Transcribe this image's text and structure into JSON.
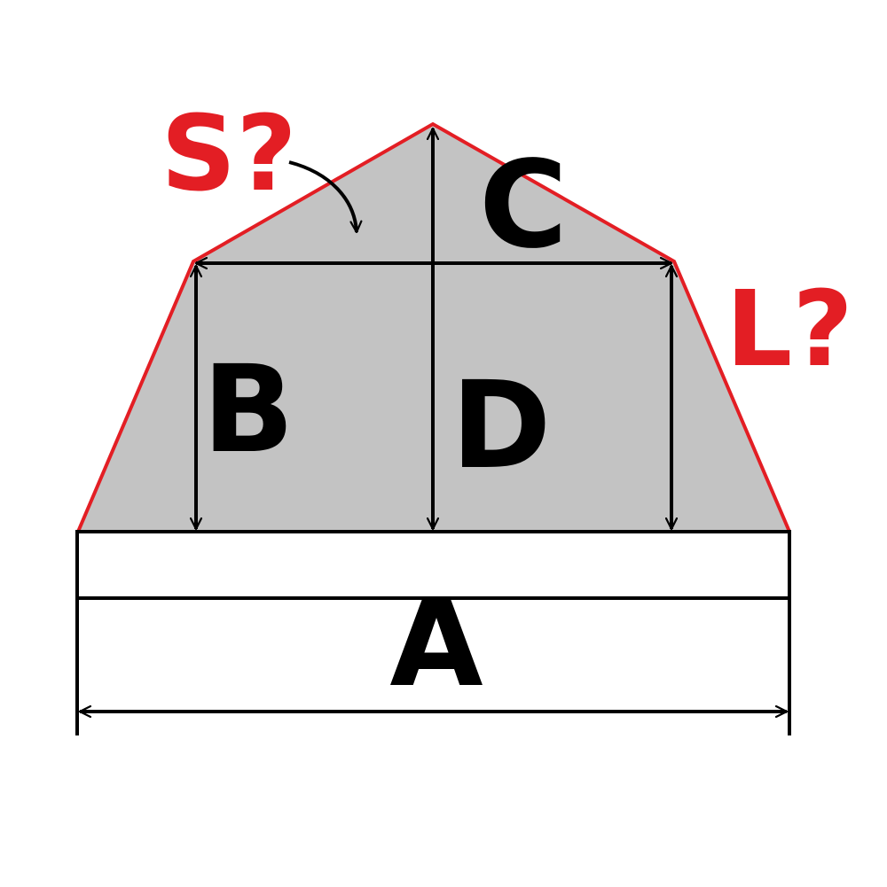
{
  "colors": {
    "outline_highlight": "#e31e24",
    "fill": "#c3c3c3",
    "ink": "#000000",
    "background": "#ffffff"
  },
  "labels": {
    "a": "A",
    "b": "B",
    "c": "C",
    "d": "D",
    "s_question": "S?",
    "l_question": "L?"
  }
}
